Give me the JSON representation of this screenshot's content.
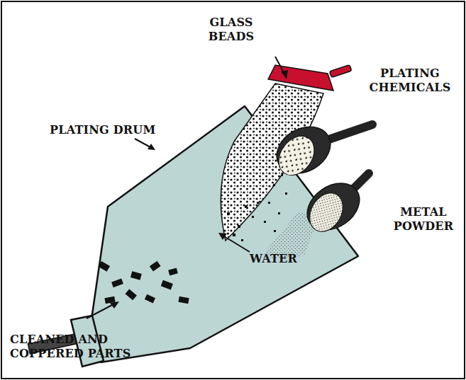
{
  "diagram": {
    "labels": [
      "GLASS BEADS",
      "PLATING DRUM",
      "PLATING CHEMICALS",
      "METAL POWDER",
      "WATER",
      "CLEANED AND COPPERED PARTS"
    ]
  }
}
